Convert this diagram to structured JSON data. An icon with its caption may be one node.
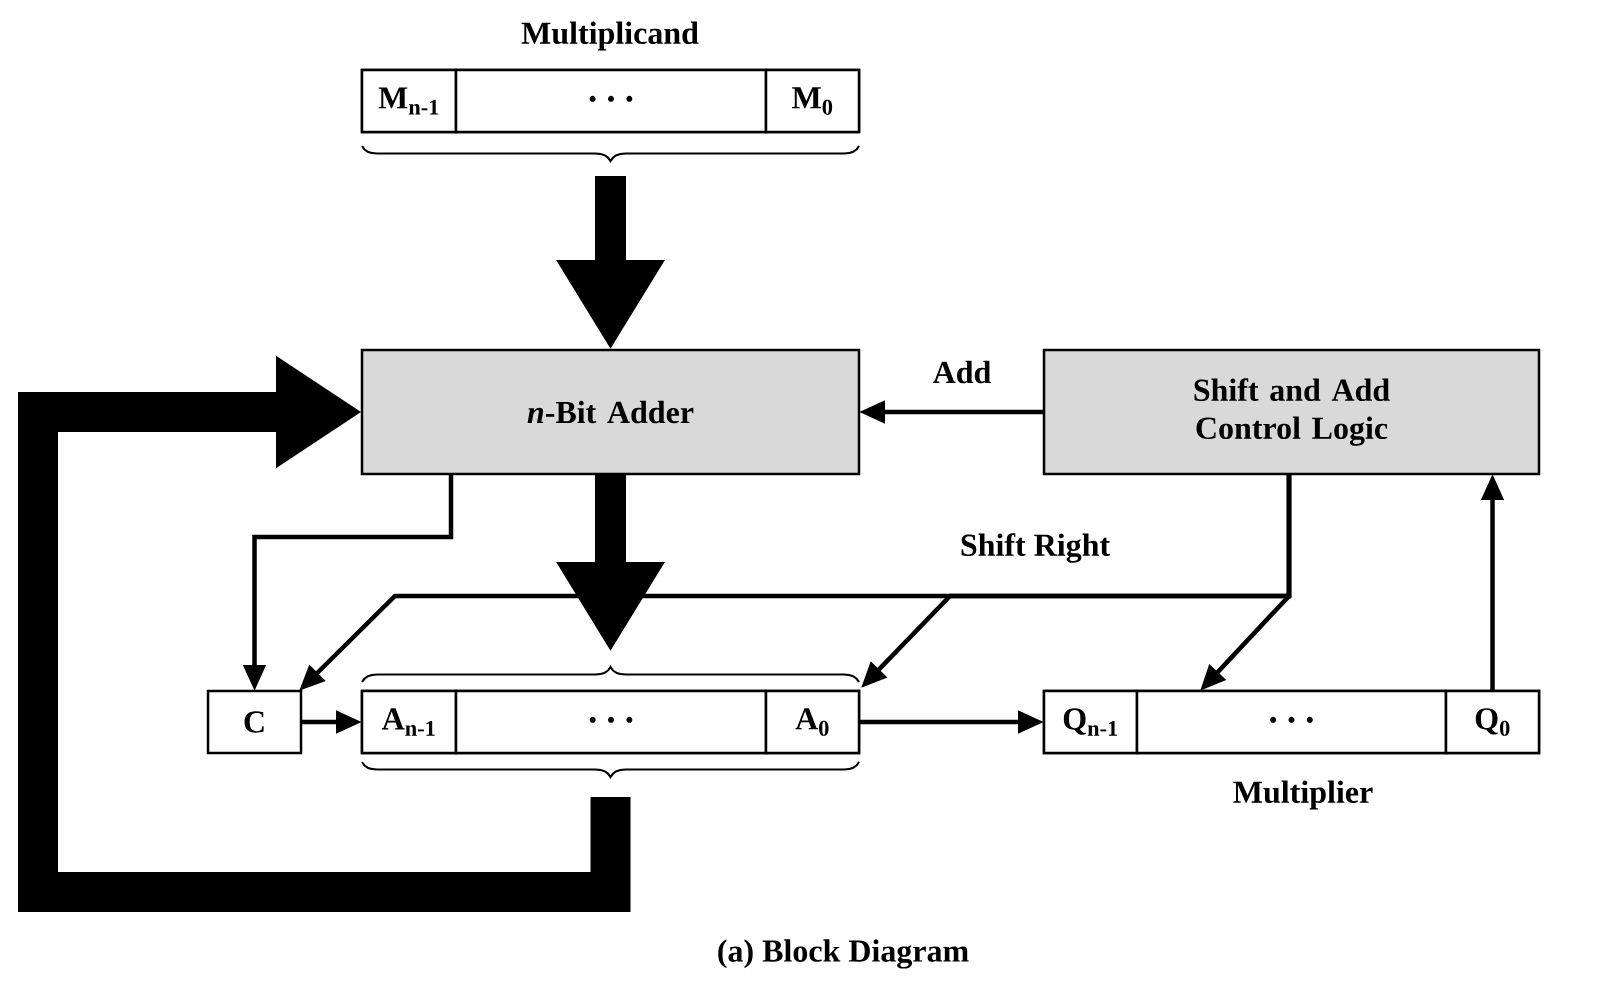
{
  "diagram": {
    "nodes": [
      {
        "text": [
          "Multiplicand"
        ]
      },
      {
        "text": [
          "M$_{n-1}$"
        ],
        "in": 0
      },
      {
        "text": [
          "• • •"
        ],
        "in": 0
      },
      {
        "text": [
          "M$_{0}$"
        ],
        "in": 0
      },
      {
        "text": [
          "*n*-Bit Adder"
        ]
      },
      {
        "text": [
          "Shift and Add Control Logic"
        ]
      },
      {
        "text": [
          "C"
        ]
      },
      {
        "text": [],
        "shape": "box"
      },
      {
        "text": [
          "A$_{n-1}$"
        ],
        "in": 7
      },
      {
        "text": [
          "• • •"
        ],
        "in": 7
      },
      {
        "text": [
          "A$_{0}$"
        ],
        "in": 7
      },
      {
        "text": [
          "Multiplier"
        ]
      },
      {
        "text": [
          "Q$_{n-1}$"
        ],
        "in": 11
      },
      {
        "text": [
          "• • •"
        ],
        "in": 11
      },
      {
        "text": [
          "Q$_{0}$"
        ],
        "in": 11
      }
    ],
    "edges": [
      {
        "from": 0,
        "to": 4,
        "arrow": "to",
        "style": "thick"
      },
      {
        "from": 4,
        "to": 7,
        "arrow": "to",
        "style": "thick"
      },
      {
        "from": 7,
        "to": 4,
        "arrow": "to",
        "style": "thick"
      },
      {
        "from": 5,
        "to": 4,
        "arrow": "to",
        "label": "Add"
      },
      {
        "from": 4,
        "to": 6,
        "arrow": "to"
      },
      {
        "from": 5,
        "to": 6,
        "arrow": "to"
      },
      {
        "from": 5,
        "to": 7,
        "arrow": "to",
        "label": "Shift Right"
      },
      {
        "from": 5,
        "to": 11,
        "arrow": "to"
      },
      {
        "from": 6,
        "to": 8,
        "arrow": "to"
      },
      {
        "from": 10,
        "to": 12,
        "arrow": "to"
      },
      {
        "from": 14,
        "to": 5,
        "arrow": "to"
      }
    ],
    "caption": "(a) Block Diagram"
  }
}
